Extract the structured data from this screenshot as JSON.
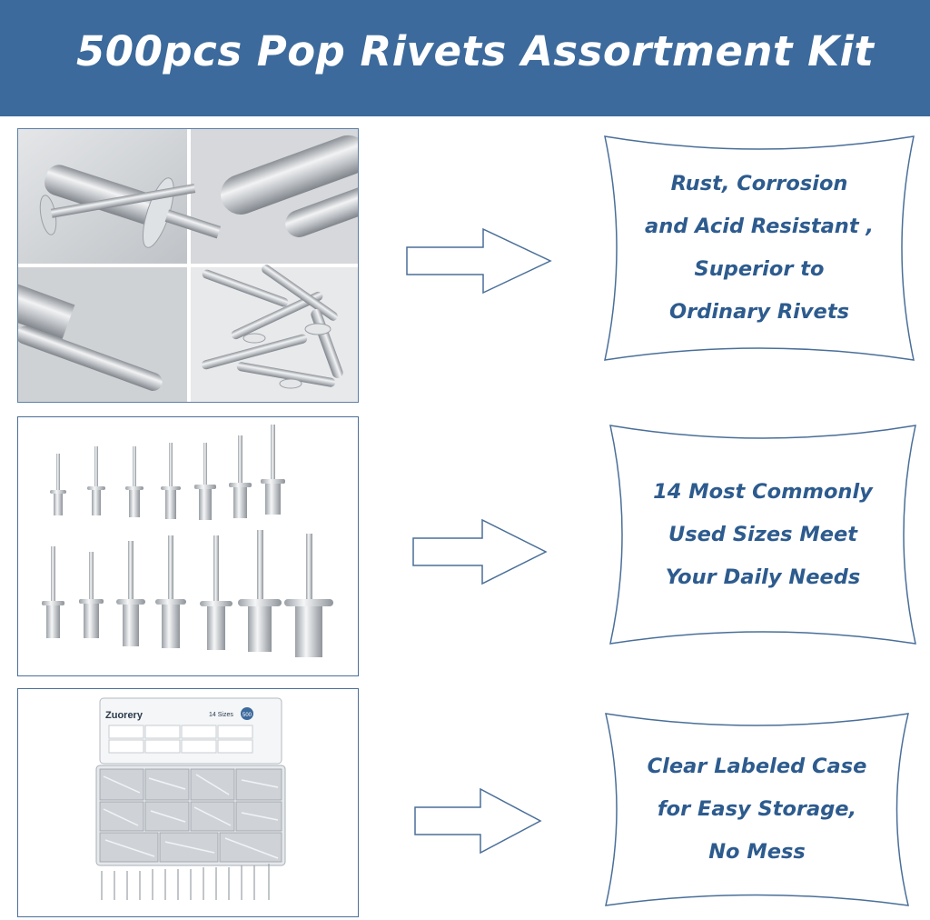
{
  "banner": {
    "title": "500pcs Pop Rivets Assortment Kit",
    "color": "#3c6a9c"
  },
  "callouts": [
    {
      "lines": [
        "Rust, Corrosion",
        "and Acid Resistant ,",
        "Superior to",
        "Ordinary Rivets"
      ]
    },
    {
      "lines": [
        "14 Most Commonly",
        "Used Sizes Meet",
        "Your Daily Needs"
      ]
    },
    {
      "lines": [
        "Clear Labeled Case",
        "for Easy Storage,",
        "No Mess"
      ]
    }
  ],
  "case": {
    "brand": "Zuorery",
    "sizes_label": "14 Sizes",
    "count_badge": "500"
  },
  "colors": {
    "accent_text": "#2d5b8e",
    "border": "#4a6f99",
    "metal": "#c9cdd2"
  },
  "icons": [
    "right-arrow-icon"
  ]
}
